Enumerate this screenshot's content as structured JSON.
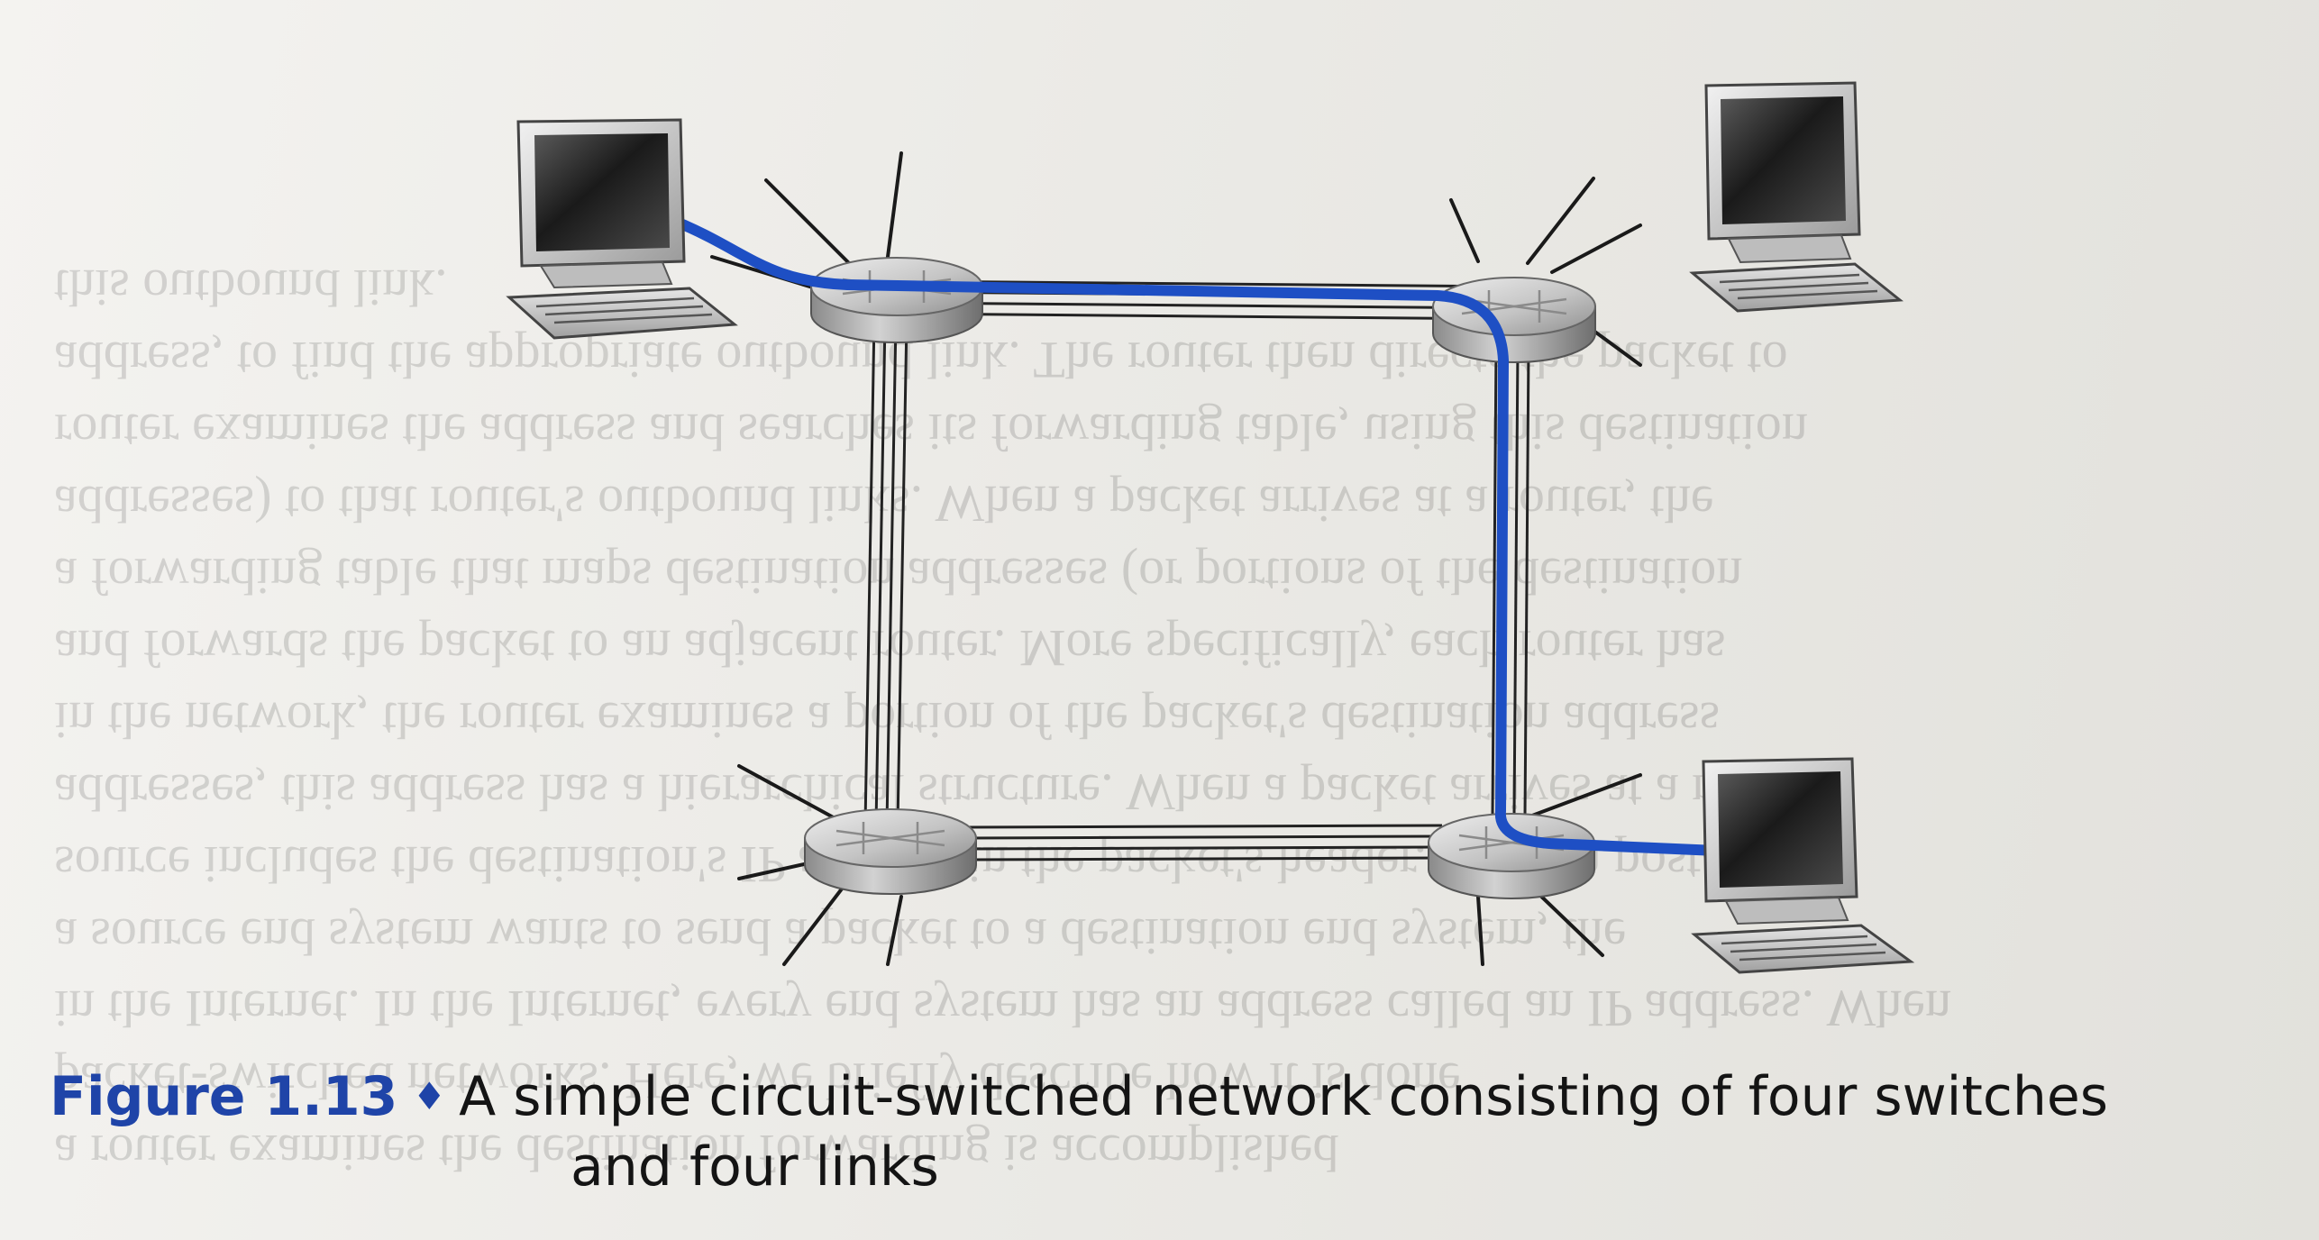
{
  "figure": {
    "label": "Figure 1.13",
    "separator": "♦",
    "caption_line1": "A simple circuit-switched network consisting of four switches",
    "caption_line2": "and four links"
  },
  "diagram": {
    "switches": 4,
    "links": 4,
    "hosts": 3,
    "link_circuits": 4,
    "circuit_color": "#1e4fc4",
    "switch_color": "#b9b9b9",
    "link_line_color": "#222222"
  },
  "bleed_through_text": [
    "a router examines the destination forwarding is accomplished",
    "packet-switched networks. Here, we briefly describe how it is done",
    "in the Internet. In the Internet, every end system has an address called an IP address. When",
    "a source end system wants to send a packet to a destination end system, the",
    "source includes the destination's IP address in the packet's header. As with postal",
    "addresses, this address has a hierarchical structure. When a packet arrives at a router",
    "in the network, the router examines a portion of the packet's destination address",
    "and forwards the packet to an adjacent router. More specifically, each router has",
    "a forwarding table that maps destination addresses (or portions of the destination",
    "addresses) to that router's outbound links. When a packet arrives at a router, the",
    "router examines the address and searches its forwarding table, using this destination",
    "address, to find the appropriate outbound link. The router then directs the packet to",
    "this outbound link."
  ]
}
